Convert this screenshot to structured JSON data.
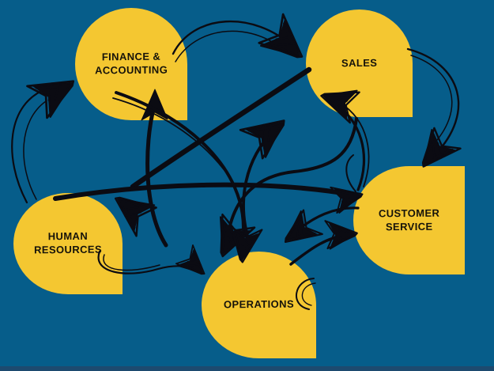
{
  "diagram": {
    "title": "department-communication-chaos",
    "background_color": "#065D8A",
    "node_color": "#F4C731",
    "ink_color": "#0B0B12",
    "bottom_strip_color": "#1D4A6F",
    "nodes": [
      {
        "id": "finance-accounting",
        "label": "FINANCE &\nACCOUNTING"
      },
      {
        "id": "sales",
        "label": "SALES"
      },
      {
        "id": "human-resources",
        "label": "HUMAN\nRESOURCES"
      },
      {
        "id": "customer-service",
        "label": "CUSTOMER\nSERVICE"
      },
      {
        "id": "operations",
        "label": "OPERATIONS"
      }
    ],
    "connections": [
      {
        "from": "human-resources",
        "to": "finance-accounting"
      },
      {
        "from": "finance-accounting",
        "to": "sales"
      },
      {
        "from": "operations",
        "to": "finance-accounting"
      },
      {
        "from": "sales",
        "to": "human-resources"
      },
      {
        "from": "human-resources",
        "to": "customer-service"
      },
      {
        "from": "customer-service",
        "to": "sales"
      },
      {
        "from": "sales",
        "to": "customer-service"
      },
      {
        "from": "sales",
        "to": "operations"
      },
      {
        "from": "finance-accounting",
        "to": "operations"
      },
      {
        "from": "human-resources",
        "to": "operations"
      },
      {
        "from": "operations",
        "to": "customer-service"
      },
      {
        "from": "customer-service",
        "to": "operations"
      },
      {
        "from": "operations",
        "to": "sales"
      }
    ]
  }
}
